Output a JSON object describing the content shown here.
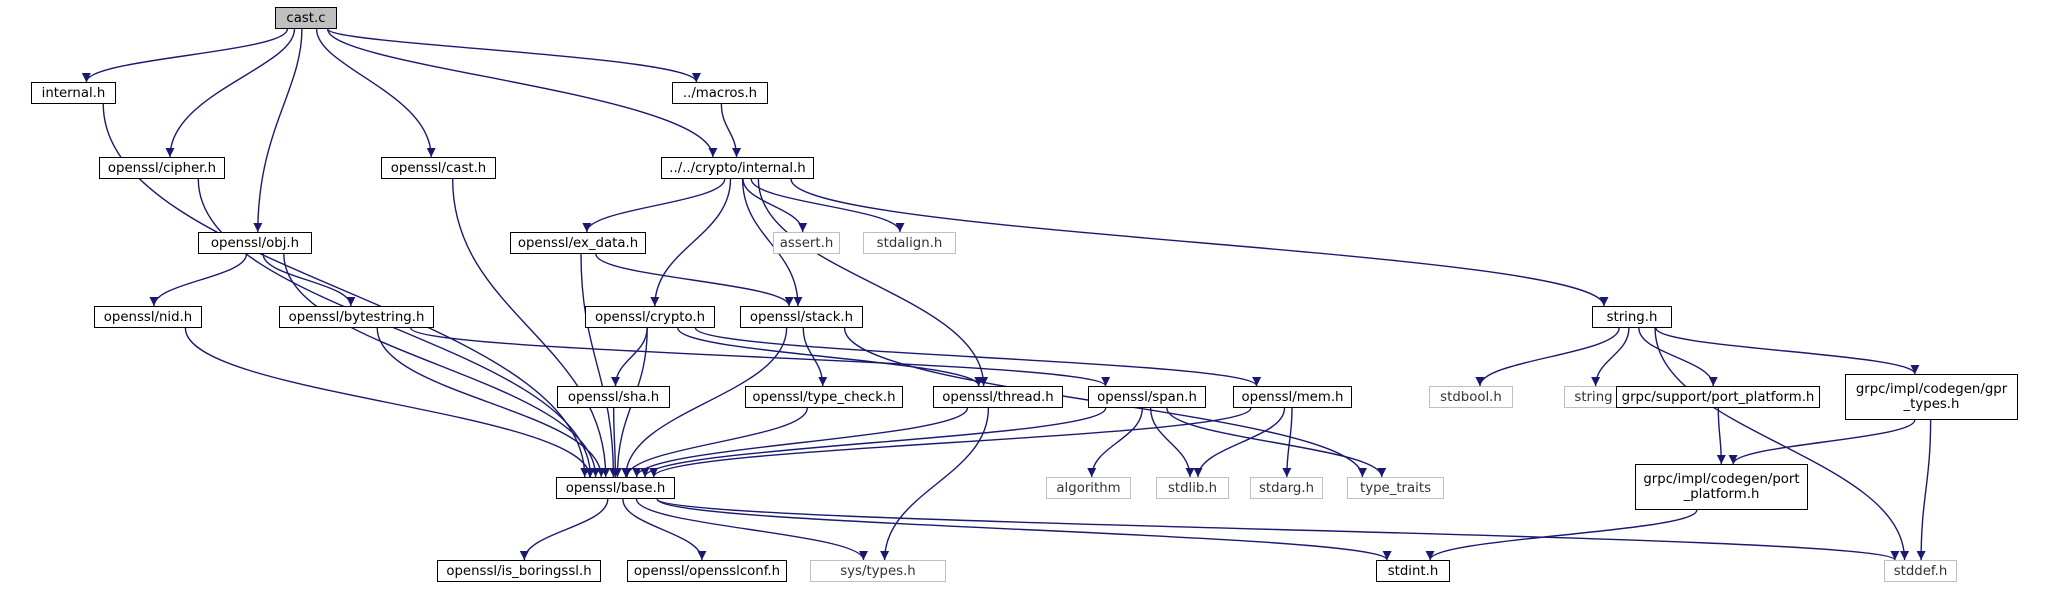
{
  "graph": {
    "nodes": [
      {
        "id": "cast_c",
        "label": "cast.c",
        "kind": "root"
      },
      {
        "id": "internal_h",
        "label": "internal.h",
        "kind": "doc"
      },
      {
        "id": "macros_h",
        "label": "../macros.h",
        "kind": "doc"
      },
      {
        "id": "cipher_h",
        "label": "openssl/cipher.h",
        "kind": "doc"
      },
      {
        "id": "ossl_cast_h",
        "label": "openssl/cast.h",
        "kind": "doc"
      },
      {
        "id": "crypto_internal_h",
        "label": "../../crypto/internal.h",
        "kind": "doc"
      },
      {
        "id": "obj_h",
        "label": "openssl/obj.h",
        "kind": "doc"
      },
      {
        "id": "ex_data_h",
        "label": "openssl/ex_data.h",
        "kind": "doc"
      },
      {
        "id": "assert_h",
        "label": "assert.h",
        "kind": "ext"
      },
      {
        "id": "stdalign_h",
        "label": "stdalign.h",
        "kind": "ext"
      },
      {
        "id": "nid_h",
        "label": "openssl/nid.h",
        "kind": "doc"
      },
      {
        "id": "bytestring_h",
        "label": "openssl/bytestring.h",
        "kind": "doc"
      },
      {
        "id": "crypto_h",
        "label": "openssl/crypto.h",
        "kind": "doc"
      },
      {
        "id": "stack_h",
        "label": "openssl/stack.h",
        "kind": "doc"
      },
      {
        "id": "string_h",
        "label": "string.h",
        "kind": "doc"
      },
      {
        "id": "sha_h",
        "label": "openssl/sha.h",
        "kind": "doc"
      },
      {
        "id": "type_check_h",
        "label": "openssl/type_check.h",
        "kind": "doc"
      },
      {
        "id": "thread_h",
        "label": "openssl/thread.h",
        "kind": "doc"
      },
      {
        "id": "span_h",
        "label": "openssl/span.h",
        "kind": "doc"
      },
      {
        "id": "mem_h",
        "label": "openssl/mem.h",
        "kind": "doc"
      },
      {
        "id": "stdbool_h",
        "label": "stdbool.h",
        "kind": "ext"
      },
      {
        "id": "string",
        "label": "string",
        "kind": "ext"
      },
      {
        "id": "port_platform_h",
        "label": "grpc/support/port_platform.h",
        "kind": "doc"
      },
      {
        "id": "gpr_types_h",
        "label": "grpc/impl/codegen/gpr\n_types.h",
        "kind": "doc"
      },
      {
        "id": "base_h",
        "label": "openssl/base.h",
        "kind": "doc"
      },
      {
        "id": "algorithm",
        "label": "algorithm",
        "kind": "ext"
      },
      {
        "id": "stdlib_h",
        "label": "stdlib.h",
        "kind": "ext"
      },
      {
        "id": "stdarg_h",
        "label": "stdarg.h",
        "kind": "ext"
      },
      {
        "id": "type_traits",
        "label": "type_traits",
        "kind": "ext"
      },
      {
        "id": "codegen_port_platform_h",
        "label": "grpc/impl/codegen/port\n_platform.h",
        "kind": "doc"
      },
      {
        "id": "is_boringssl_h",
        "label": "openssl/is_boringssl.h",
        "kind": "doc"
      },
      {
        "id": "opensslconf_h",
        "label": "openssl/opensslconf.h",
        "kind": "doc"
      },
      {
        "id": "sys_types_h",
        "label": "sys/types.h",
        "kind": "ext"
      },
      {
        "id": "stdint_h",
        "label": "stdint.h",
        "kind": "doc"
      },
      {
        "id": "stddef_h",
        "label": "stddef.h",
        "kind": "ext"
      }
    ],
    "edges": [
      [
        "cast_c",
        "internal_h"
      ],
      [
        "cast_c",
        "cipher_h"
      ],
      [
        "cast_c",
        "obj_h"
      ],
      [
        "cast_c",
        "ossl_cast_h"
      ],
      [
        "cast_c",
        "crypto_internal_h"
      ],
      [
        "cast_c",
        "macros_h"
      ],
      [
        "internal_h",
        "base_h"
      ],
      [
        "macros_h",
        "crypto_internal_h"
      ],
      [
        "cipher_h",
        "base_h"
      ],
      [
        "ossl_cast_h",
        "base_h"
      ],
      [
        "obj_h",
        "nid_h"
      ],
      [
        "obj_h",
        "bytestring_h"
      ],
      [
        "obj_h",
        "base_h"
      ],
      [
        "nid_h",
        "base_h"
      ],
      [
        "bytestring_h",
        "base_h"
      ],
      [
        "bytestring_h",
        "span_h"
      ],
      [
        "crypto_internal_h",
        "ex_data_h"
      ],
      [
        "crypto_internal_h",
        "crypto_h"
      ],
      [
        "crypto_internal_h",
        "stack_h"
      ],
      [
        "crypto_internal_h",
        "assert_h"
      ],
      [
        "crypto_internal_h",
        "stdalign_h"
      ],
      [
        "crypto_internal_h",
        "thread_h"
      ],
      [
        "crypto_internal_h",
        "string_h"
      ],
      [
        "ex_data_h",
        "base_h"
      ],
      [
        "ex_data_h",
        "stack_h"
      ],
      [
        "crypto_h",
        "base_h"
      ],
      [
        "crypto_h",
        "sha_h"
      ],
      [
        "crypto_h",
        "thread_h"
      ],
      [
        "crypto_h",
        "mem_h"
      ],
      [
        "stack_h",
        "base_h"
      ],
      [
        "stack_h",
        "type_check_h"
      ],
      [
        "stack_h",
        "type_traits"
      ],
      [
        "sha_h",
        "base_h"
      ],
      [
        "type_check_h",
        "base_h"
      ],
      [
        "thread_h",
        "base_h"
      ],
      [
        "thread_h",
        "sys_types_h"
      ],
      [
        "span_h",
        "base_h"
      ],
      [
        "span_h",
        "algorithm"
      ],
      [
        "span_h",
        "stdlib_h"
      ],
      [
        "span_h",
        "type_traits"
      ],
      [
        "mem_h",
        "base_h"
      ],
      [
        "mem_h",
        "stdlib_h"
      ],
      [
        "mem_h",
        "stdarg_h"
      ],
      [
        "string_h",
        "stdbool_h"
      ],
      [
        "string_h",
        "string"
      ],
      [
        "string_h",
        "port_platform_h"
      ],
      [
        "string_h",
        "gpr_types_h"
      ],
      [
        "string_h",
        "stddef_h"
      ],
      [
        "port_platform_h",
        "codegen_port_platform_h"
      ],
      [
        "gpr_types_h",
        "codegen_port_platform_h"
      ],
      [
        "gpr_types_h",
        "stddef_h"
      ],
      [
        "codegen_port_platform_h",
        "stdint_h"
      ],
      [
        "base_h",
        "is_boringssl_h"
      ],
      [
        "base_h",
        "opensslconf_h"
      ],
      [
        "base_h",
        "sys_types_h"
      ],
      [
        "base_h",
        "stdint_h"
      ],
      [
        "base_h",
        "stddef_h"
      ]
    ]
  },
  "colors": {
    "edge": "#191970",
    "node_border": "#000000",
    "ext_border": "#bfbfbf",
    "root_fill": "#bfbfbf"
  }
}
